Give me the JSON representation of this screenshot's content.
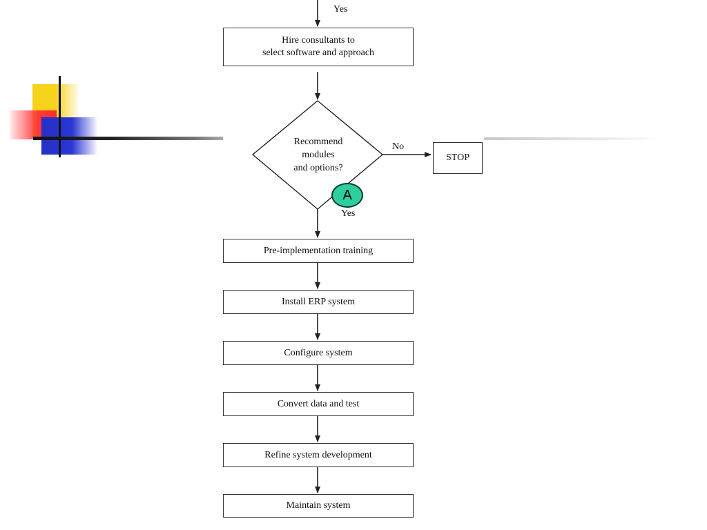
{
  "flowchart": {
    "top_yes": "Yes",
    "hire_consultants": [
      "Hire consultants to",
      "select software and approach"
    ],
    "decision": [
      "Recommend",
      "modules",
      "and options?"
    ],
    "no_label": "No",
    "stop": "STOP",
    "marker": "A",
    "yes_label": "Yes",
    "steps": [
      "Pre-implementation training",
      "Install ERP system",
      "Configure system",
      "Convert data and test",
      "Refine system development",
      "Maintain system"
    ]
  },
  "colors": {
    "marker_fill": "#2ecf9e",
    "deco_yellow": "#f7d21a",
    "deco_red": "#ff3b3b",
    "deco_blue": "#2a36d4"
  }
}
